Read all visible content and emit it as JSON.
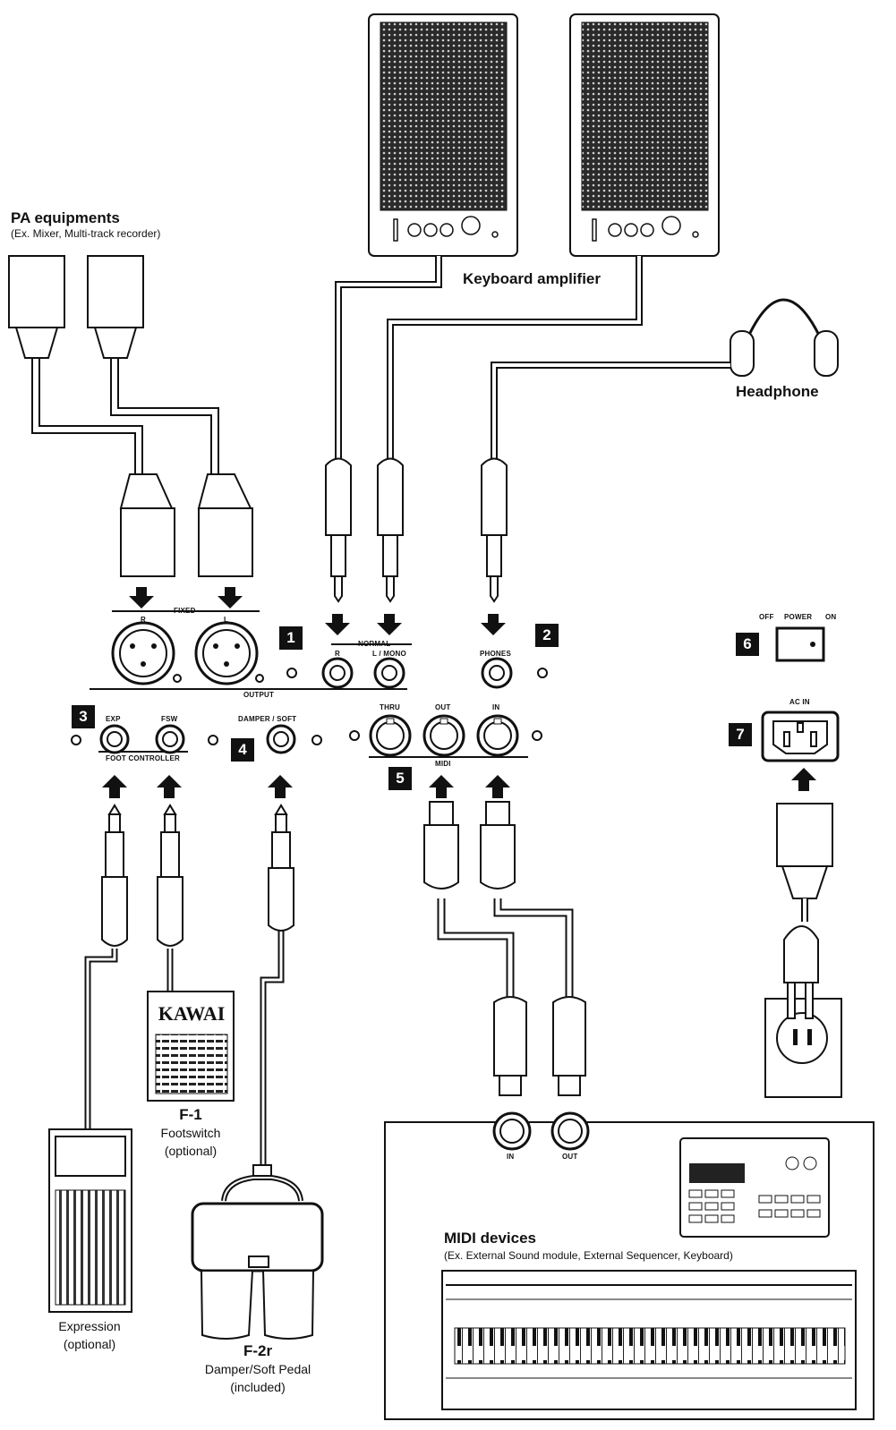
{
  "labels": {
    "pa_title": "PA equipments",
    "pa_sub": "(Ex. Mixer, Multi-track recorder)",
    "amp": "Keyboard amplifier",
    "headphone": "Headphone",
    "fixed": "FIXED",
    "r_upper": "R",
    "l_upper": "L",
    "normal": "NORMAL",
    "r_normal": "R",
    "l_mono": "L / MONO",
    "phones": "PHONES",
    "output": "OUTPUT",
    "off": "OFF",
    "power": "POWER",
    "on": "ON",
    "ac_in": "AC IN",
    "exp": "EXP",
    "fsw": "FSW",
    "foot_controller": "FOOT CONTROLLER",
    "damper_soft": "DAMPER / SOFT",
    "thru": "THRU",
    "out": "OUT",
    "in": "IN",
    "midi": "MIDI",
    "kawai": "KAWAI",
    "f1": "F-1",
    "footswitch": "Footswitch",
    "optional1": "(optional)",
    "f2r": "F-2r",
    "damper_pedal": "Damper/Soft Pedal",
    "included": "(included)",
    "expression": "Expression",
    "optional2": "(optional)",
    "midi_devices": "MIDI devices",
    "midi_sub": "(Ex. External Sound module, External Sequencer, Keyboard)",
    "dev_in": "IN",
    "dev_out": "OUT"
  },
  "numbers": [
    "1",
    "2",
    "3",
    "4",
    "5",
    "6",
    "7"
  ]
}
